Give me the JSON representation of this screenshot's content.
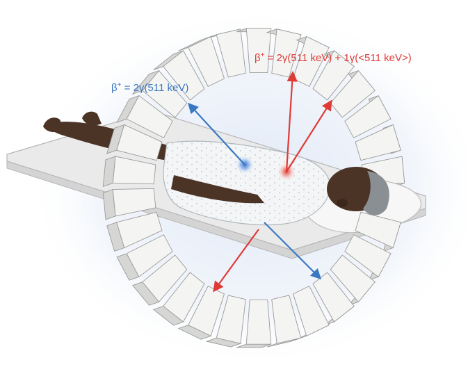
{
  "labels": {
    "two_photon": {
      "prefix": "β",
      "superscript": "+",
      "suffix": " = 2γ(511 keV)",
      "color": "#3b78c2"
    },
    "three_photon": {
      "prefix": "β",
      "superscript": "+",
      "suffix": " = 2γ(511 keV) + 1γ(<511 keV>)",
      "color": "#e03a36"
    }
  },
  "colors": {
    "detector_face": "#f4f4f2",
    "detector_side": "#d6d6d4",
    "detector_outline": "#9a9a9a",
    "gown": "#f2f4f5",
    "skin": "#4b3326",
    "hair": "#8a8f93",
    "pillow": "#f7f7f7",
    "bed": "#eeeeee",
    "positron_blue": "#2f6fd1",
    "positron_red": "#e23a32"
  },
  "icons": {
    "ring": "pet-detector-ring-icon",
    "patient": "patient-icon"
  }
}
